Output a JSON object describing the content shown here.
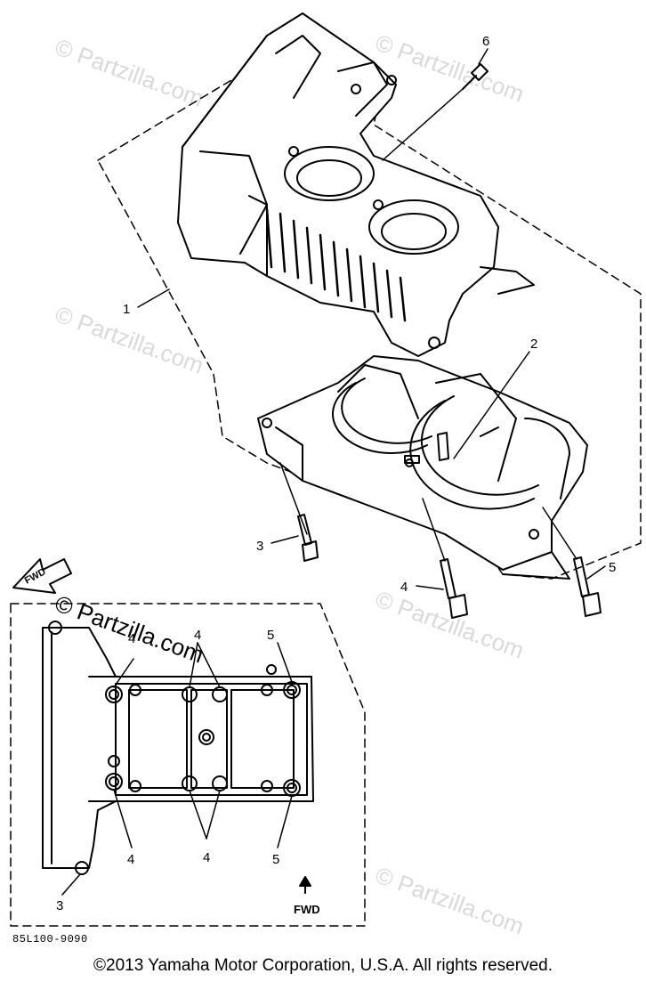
{
  "watermark": {
    "symbol": "©",
    "text": "Partzilla.com",
    "color": "#d9d9d9"
  },
  "callouts": {
    "c1": "1",
    "c2": "2",
    "c3": "3",
    "c4": "4",
    "c5": "5",
    "c6": "6"
  },
  "inset": {
    "fwd_top": "FWD",
    "fwd_bottom": "FWD",
    "c3": "3",
    "c4a": "4",
    "c4b": "4",
    "c4c": "4",
    "c4d": "4",
    "c5a": "5",
    "c5b": "5"
  },
  "diagram_code": "85L100-9090",
  "copyright": "©2013 Yamaha Motor Corporation, U.S.A. All rights reserved."
}
